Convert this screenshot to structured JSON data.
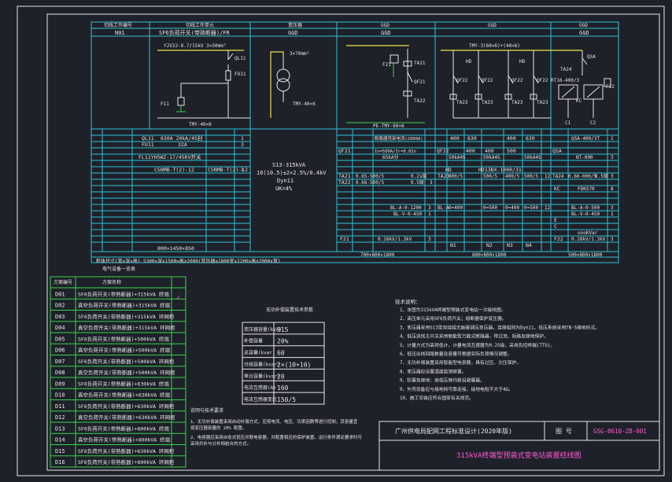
{
  "header": {
    "labels": [
      "切线工作编号",
      "切线工作单元",
      "变压器",
      "GGD",
      "GGD",
      "GGD"
    ],
    "codes": [
      "N01",
      "SF6负荷开关(带熟断器)/FR",
      "GGD",
      "GGD",
      "GGD"
    ],
    "sub": [
      "TMY-3(60×6)+(40×6)"
    ]
  },
  "schematic": {
    "cable": "YJV22-8.7/15kV 3×50mm²",
    "pt": "3×70mm²",
    "tmy": "TMY-40×6",
    "pe": "PE-TMY-60×6",
    "tr_label": "TMY-40×6",
    "labels": [
      "QL11",
      "FU11",
      "F11",
      "3×70mm²",
      "TA21",
      "QF21",
      "F21",
      "TA22",
      "HD",
      "HD",
      "QF22",
      "QF22",
      "QF22",
      "QF22",
      "TA23",
      "TA23",
      "TA23",
      "TA23",
      "QSA",
      "TA24",
      "KC",
      "C1",
      "C2",
      "F22",
      "RT16-400/3"
    ]
  },
  "spec_left": {
    "rows": [
      [
        "QL11",
        "",
        "630A 20kA/4S封",
        "1"
      ],
      [
        "FU11",
        "",
        "32A",
        "3"
      ],
      [
        "FL11YH5WZ-17/45KV开关",
        "",
        "",
        ""
      ],
      [
        "",
        "CSNMB-T(2)-12",
        "",
        "CSNMB-T(2)-12",
        "1"
      ],
      [
        "",
        "",
        "",
        "",
        ""
      ],
      [
        "",
        "",
        "",
        "",
        ""
      ]
    ],
    "dims": "800×1450×850",
    "bottom": "柜体尺寸(宽×深×高) 5300×深x1500×高x2000(变压器x2800室x2200x高x2000x宽)"
  },
  "transformer": {
    "model": "S13-315kVA",
    "ratio": "10(10.5)±2×2.5%/0.4kV",
    "group": "Dyn11",
    "uk": "UK=4%"
  },
  "spec_right": {
    "qf21": [
      "QF21",
      "断路器壳架电流(2000A)",
      "In=500A/Ir=0.8In",
      "65kA分"
    ],
    "qf22": [
      "QF22",
      "400",
      "630",
      "400",
      "630",
      "400",
      "400",
      "500",
      "50kA4S",
      "50kA4S",
      "50kA4S"
    ],
    "hd": "HD13BX-1000/31",
    "ta21": "TA21",
    "ta_vals": [
      "0.65-500/5",
      "0.2s级",
      "TA22",
      "0.66-500/5",
      "0.5级",
      "3"
    ],
    "ta23": [
      "TA23",
      "400/5",
      "500/5",
      "400/5",
      "500/5",
      "12"
    ],
    "bl1": [
      "BL-A-0-1200",
      "3"
    ],
    "bl2": [
      "BL-V-0-450",
      "1"
    ],
    "bl3": [
      "BL-A",
      "0=400",
      "0=500",
      "0=400",
      "0=500",
      "12"
    ],
    "f21": [
      "F21",
      "0.28kV/1.3kV",
      "3"
    ],
    "n": [
      "N1",
      "N2",
      "N3",
      "N4"
    ],
    "dim_mid": "700×800×1800",
    "dim_mid2": "800×800×1800",
    "dim_right": "500×800×1800",
    "qsa": [
      "QSA",
      "QSA-400/3T",
      "1"
    ],
    "nt": [
      "NT-000",
      "3"
    ],
    "ta24": [
      "TA24",
      "0.66-000/5",
      "0.5级",
      "3"
    ],
    "kc": [
      "KC",
      "FDKS70",
      "8"
    ],
    "blr1": [
      "BL-A-0-500",
      "3"
    ],
    "blr2": [
      "BL-V-0-450",
      "1"
    ],
    "e": "E",
    "c": [
      "C",
      "oooKVar"
    ],
    "f22": [
      "F22",
      "0.28kV/1.3kV",
      "3"
    ]
  },
  "index_table": {
    "title": "电气设备一览表",
    "head": [
      "方案编号",
      "方案名称"
    ],
    "rows": [
      [
        "D01",
        "SF6负荷开关(带熟断器)+315kVA 终端"
      ],
      [
        "D02",
        "真空负荷开关(带熟断器)+315kVA 终端"
      ],
      [
        "D03",
        "SF6负荷开关(带熟断器)+315kVA 环网柜"
      ],
      [
        "D04",
        "真空负荷开关(带熟断器)+315kVA 环网柜"
      ],
      [
        "D05",
        "SF6负荷开关(带熟断器)+500kVA 终端"
      ],
      [
        "D06",
        "真空负荷开关(带熟断器)+500kVA 终端"
      ],
      [
        "D07",
        "SF6负荷开关(带熟断器)+500kVA 环网柜"
      ],
      [
        "D08",
        "真空负荷开关(带熟断器)+500kVA 环网柜"
      ],
      [
        "D09",
        "SF6负荷开关(带熟断器)+630kVA 终端"
      ],
      [
        "D10",
        "真空负荷开关(带熟断器)+630kVA 终端"
      ],
      [
        "D11",
        "SF6负荷开关(带熟断器)+630kVA 环网柜"
      ],
      [
        "D12",
        "真空负荷开关(带熟断器)+630kVA 环网柜"
      ],
      [
        "D13",
        "SF6负荷开关(带熟断器)+800kVA 终端"
      ],
      [
        "D14",
        "真空负荷开关(带熟断器)+800kVA 终端"
      ],
      [
        "D15",
        "SF6负荷开关(带熟断器)+630kVA 环网柜"
      ],
      [
        "D16",
        "SF6负荷开关(带熟断器)+800kVA 环网柜"
      ]
    ]
  },
  "cap_table": {
    "title": "无功补偿装置技术参数",
    "rows": [
      [
        "变压器容量(kVA)",
        "315"
      ],
      [
        "补偿容量",
        "20%"
      ],
      [
        "总容量(kvar)",
        "60"
      ],
      [
        "分组容量(kvar)",
        "2×(10+10)"
      ],
      [
        "单台容量(kvar)",
        "20"
      ],
      [
        "电流互感器(A)",
        "160"
      ],
      [
        "电流互感器变比",
        "150/5"
      ]
    ]
  },
  "notes_left": {
    "title": "说明与技术要求",
    "lines": [
      "1、无功补偿装置采用自动补偿方式，应按电流、电压、功率因数等进行控制，其容量宜",
      "   按变压器容量的 20% 配置。",
      "2、电容器应采用自愈式低压并联电容器，并配置相应的保护装置。运行条件满足要求时可",
      "   采用共补与分补相结合的方式。"
    ]
  },
  "notes_right": {
    "title": "技术说明：",
    "lines": [
      "1、本图为315kVA终端型预装式变电站一次接线图。",
      "2、高压单元采用SF6负荷开关；熔断器保护变压器。",
      "3、变压器采用S13型双绕组无励磁调压变压器，连接组别为Dyn11。低压系统采用TN-S接地形式。",
      "4、低压进线主开关采用智能型万能式断路器，带过流、短路及接地保护。",
      "5、计量方式为高供低计，计量电流互感器为0.2S级，采用负控终端(TTU)。",
      "6、低压出线回路数量及容量可根据实际负荷情况调整。",
      "7、无功补偿装置采用智能型电容器，具有过压、欠压保护。",
      "8、变压器应设置温度监测装置。",
      "9、防雷及接地：高低压侧均装设避雷器。",
      "9、外壳设备应与接地网可靠连接，接地电阻不大于4Ω。",
      "10、施工安装应符合国家有关规范。"
    ]
  },
  "title_block": {
    "org": "广州供电局配网工程标准设计(2020年版)",
    "label": "图 号",
    "code": "GSG-0610-ZB-001",
    "title": "315kVA终端型预装式变电站装置结线图"
  },
  "colors": {
    "bg": "#1e2129",
    "frame": "#e6e6e6",
    "cyan": "#2ec3d6",
    "green": "#39d24a",
    "yellow": "#f2e24a",
    "magenta": "#ff5ad2",
    "red": "#e03030"
  }
}
